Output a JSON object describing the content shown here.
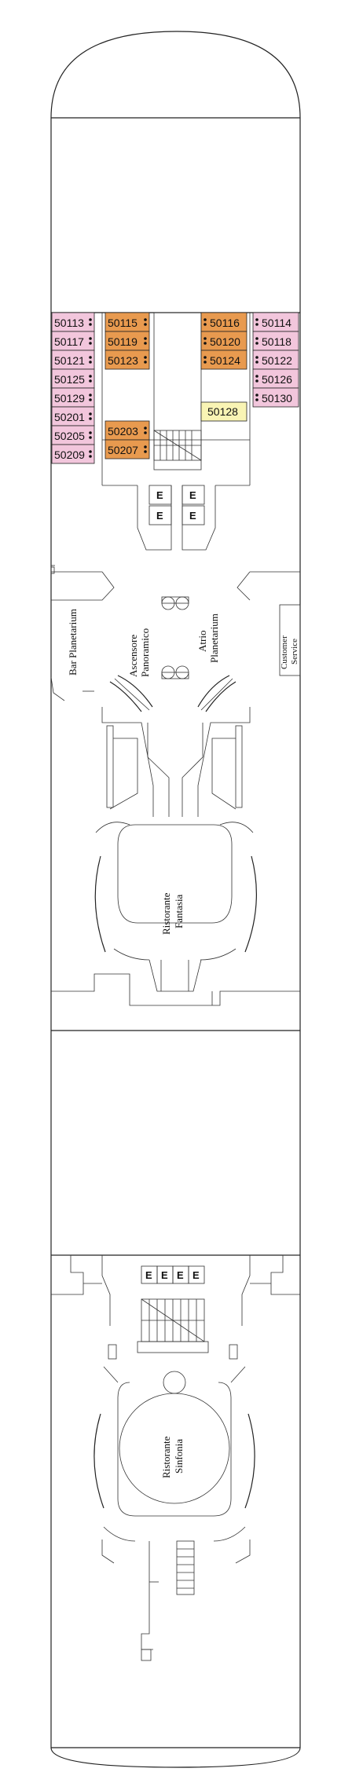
{
  "colors": {
    "pink": "#f2c6dc",
    "orange": "#e89a4f",
    "yellow": "#f9f4b4",
    "wall": "#222222"
  },
  "cabins": {
    "left_outer": [
      "50113",
      "50117",
      "50121",
      "50125",
      "50129",
      "50201",
      "50205",
      "50209"
    ],
    "left_inner": [
      "50115",
      "50119",
      "50123"
    ],
    "left_inner_low": [
      "50203",
      "50207"
    ],
    "right_inner": [
      "50116",
      "50120",
      "50124"
    ],
    "right_inner_yellow": "50128",
    "right_outer": [
      "50114",
      "50118",
      "50122",
      "50126",
      "50130"
    ]
  },
  "rooms": {
    "bar": "Bar Planetarium",
    "ascensore_1": "Ascensore",
    "ascensore_2": "Panoramico",
    "atrio_1": "Atrio",
    "atrio_2": "Planetarium",
    "customer_1": "Customer",
    "customer_2": "Service",
    "fantasia_1": "Ristorante",
    "fantasia_2": "Fantasia",
    "sinfonia_1": "Ristorante",
    "sinfonia_2": "Sinfonia"
  },
  "elevators": {
    "fore": [
      "E",
      "E",
      "E",
      "E"
    ],
    "aft": [
      "E",
      "E",
      "E",
      "E"
    ]
  }
}
